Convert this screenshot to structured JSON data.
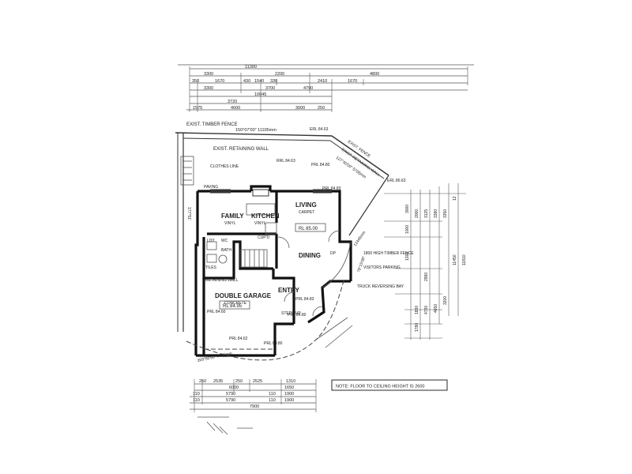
{
  "dims_top": {
    "overall": "11300",
    "r1": [
      "3300",
      "2200",
      "4800"
    ],
    "r2": [
      "350",
      "1670",
      "430",
      "1540",
      "330",
      "2410",
      "1670"
    ],
    "r3": [
      "3300",
      "3700",
      "4790"
    ],
    "r4": [
      "10045"
    ],
    "r5": [
      "3720"
    ],
    "r6": [
      "1575",
      "4000",
      "3000",
      "250"
    ]
  },
  "boundary": {
    "fence_label": "EXIST. TIMBER FENCE",
    "bearing_top": "150°07'00\" 11105mm",
    "erl": "ERL 84.63",
    "retaining": "EXIST. RETAINING WALL",
    "rrl": "RRL 84.63",
    "clothes": "CLOTHES LINE",
    "paving": "PAVING",
    "diag_fence": "EXIST. FENCE",
    "diag_wall": "EXIST. RETAINING WALL",
    "diag_bearing": "127°40'00\" 5705mm",
    "side_bearing": "177°51'",
    "bottom_bearing": "359°50'50\" 4475mm",
    "right_bearing": "78°15'00\"",
    "right_len": "12445mm",
    "erl_right": "ERL 86.63"
  },
  "rooms": {
    "family": "FAMILY",
    "family_floor": "VINYL",
    "kitchen": "KITCHEN",
    "kitchen_floor": "VINYL",
    "living": "LIVING",
    "living_floor": "CARPET",
    "rl_living": "RL 85.00",
    "dining": "DINING",
    "entry": "ENTRY",
    "garage": "DOUBLE GARAGE",
    "garage_floor": "CONCRETE",
    "rl_garage": "RL 84.95",
    "ldy": "LDY",
    "wc": "WC",
    "bath": "BATH",
    "cup": "CUP'D",
    "tiles": "TILES",
    "steps": "STEPS UP",
    "retaining_wall": "RETAINING WALL",
    "timber_fence": "1800 HIGH TIMBER FENCE",
    "visitors": "VISITORS PARKING",
    "truck": "TRUCK REVERSING BAY",
    "prl": [
      "PRL 84.60",
      "PRL 84.83",
      "PRL 84.83",
      "PRL 84.80",
      "PRL 84.62",
      "PRL 84.80",
      "PRL 84.80"
    ],
    "dp": "DP"
  },
  "dims_right": [
    "3000",
    "1000",
    "2000",
    "3125",
    "3380",
    "3350",
    "12",
    "11450",
    "11810",
    "1830",
    "4730",
    "1780",
    "4650",
    "2990",
    "1260",
    "3200"
  ],
  "dims_bottom": {
    "r1": [
      "250",
      "2535",
      "250",
      "2525",
      "1310"
    ],
    "r2": [
      "6000",
      "1650"
    ],
    "r3": [
      "110",
      "5790",
      "110",
      "1900"
    ],
    "r4": [
      "110",
      "5790",
      "110",
      "1900"
    ],
    "overall": "7900"
  },
  "note": "NOTE: FLOOR TO CEILING HEIGHT IS 2600"
}
